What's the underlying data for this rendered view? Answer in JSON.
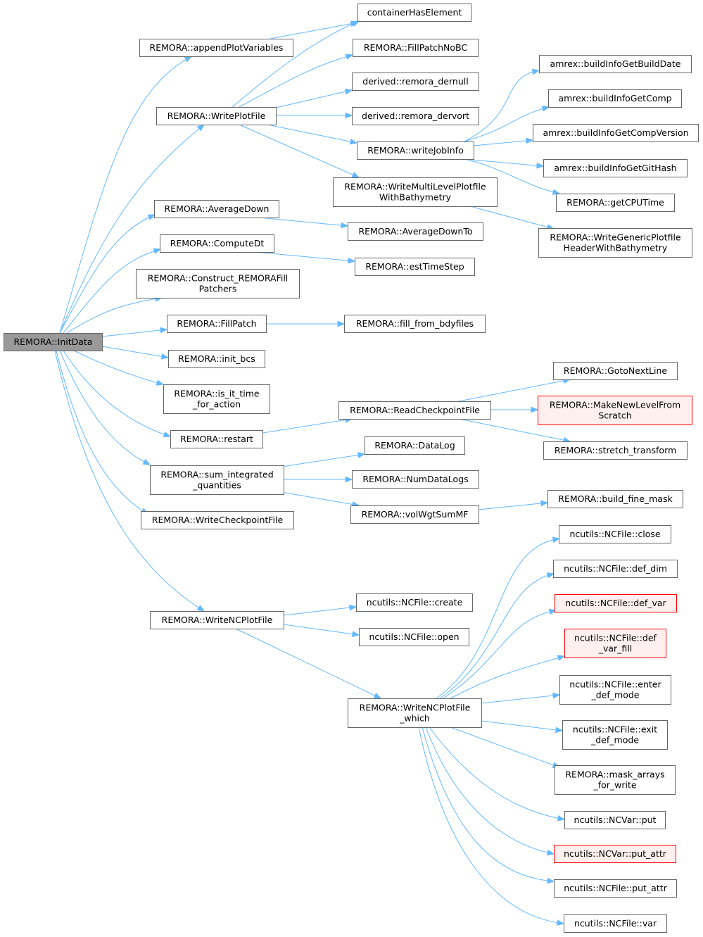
{
  "nodes": {
    "initdata": {
      "lines": [
        "REMORA::InitData"
      ],
      "style": "root"
    },
    "appendplot": {
      "lines": [
        "REMORA::appendPlotVariables"
      ]
    },
    "container": {
      "lines": [
        "containerHasElement"
      ]
    },
    "fillpatchnobc": {
      "lines": [
        "REMORA::FillPatchNoBC"
      ]
    },
    "dernull": {
      "lines": [
        "derived::remora_dernull"
      ]
    },
    "dervort": {
      "lines": [
        "derived::remora_dervort"
      ]
    },
    "writeplot": {
      "lines": [
        "REMORA::WritePlotFile"
      ]
    },
    "writejob": {
      "lines": [
        "REMORA::writeJobInfo"
      ]
    },
    "builddate": {
      "lines": [
        "amrex::buildInfoGetBuildDate"
      ]
    },
    "buildcomp": {
      "lines": [
        "amrex::buildInfoGetComp"
      ]
    },
    "buildcompver": {
      "lines": [
        "amrex::buildInfoGetCompVersion"
      ]
    },
    "buildgit": {
      "lines": [
        "amrex::buildInfoGetGitHash"
      ]
    },
    "getcpu": {
      "lines": [
        "REMORA::getCPUTime"
      ]
    },
    "writemulti": {
      "lines": [
        "REMORA::WriteMultiLevelPlotfile",
        "WithBathymetry"
      ]
    },
    "writegeneric": {
      "lines": [
        "REMORA::WriteGenericPlotfile",
        "HeaderWithBathymetry"
      ]
    },
    "averagedown": {
      "lines": [
        "REMORA::AverageDown"
      ]
    },
    "averagedownto": {
      "lines": [
        "REMORA::AverageDownTo"
      ]
    },
    "computedt": {
      "lines": [
        "REMORA::ComputeDt"
      ]
    },
    "esttime": {
      "lines": [
        "REMORA::estTimeStep"
      ]
    },
    "construct": {
      "lines": [
        "REMORA::Construct_REMORAFill",
        "Patchers"
      ]
    },
    "fillpatch": {
      "lines": [
        "REMORA::FillPatch"
      ]
    },
    "fillbdy": {
      "lines": [
        "REMORA::fill_from_bdyfiles"
      ]
    },
    "initbcs": {
      "lines": [
        "REMORA::init_bcs"
      ]
    },
    "istime": {
      "lines": [
        "REMORA::is_it_time",
        "_for_action"
      ]
    },
    "gotonext": {
      "lines": [
        "REMORA::GotoNextLine"
      ]
    },
    "readcheck": {
      "lines": [
        "REMORA::ReadCheckpointFile"
      ]
    },
    "makenew": {
      "lines": [
        "REMORA::MakeNewLevelFrom",
        "Scratch"
      ],
      "style": "red"
    },
    "restart": {
      "lines": [
        "REMORA::restart"
      ]
    },
    "stretch": {
      "lines": [
        "REMORA::stretch_transform"
      ]
    },
    "datalog": {
      "lines": [
        "REMORA::DataLog"
      ]
    },
    "sumint": {
      "lines": [
        "REMORA::sum_integrated",
        "_quantities"
      ]
    },
    "numdatalogs": {
      "lines": [
        "REMORA::NumDataLogs"
      ]
    },
    "buildfine": {
      "lines": [
        "REMORA::build_fine_mask"
      ]
    },
    "volwgt": {
      "lines": [
        "REMORA::volWgtSumMF"
      ]
    },
    "writecheck": {
      "lines": [
        "REMORA::WriteCheckpointFile"
      ]
    },
    "ncclose": {
      "lines": [
        "ncutils::NCFile::close"
      ]
    },
    "ncdefdim": {
      "lines": [
        "ncutils::NCFile::def_dim"
      ]
    },
    "ncdefvar": {
      "lines": [
        "ncutils::NCFile::def_var"
      ],
      "style": "red"
    },
    "nccreate": {
      "lines": [
        "ncutils::NCFile::create"
      ]
    },
    "writenc": {
      "lines": [
        "REMORA::WriteNCPlotFile"
      ]
    },
    "ncopen": {
      "lines": [
        "ncutils::NCFile::open"
      ]
    },
    "ncdefvarfill": {
      "lines": [
        "ncutils::NCFile::def",
        "_var_fill"
      ],
      "style": "red"
    },
    "ncenter": {
      "lines": [
        "ncutils::NCFile::enter",
        "_def_mode"
      ]
    },
    "writencwhich": {
      "lines": [
        "REMORA::WriteNCPlotFile",
        "_which"
      ]
    },
    "ncexit": {
      "lines": [
        "ncutils::NCFile::exit",
        "_def_mode"
      ]
    },
    "maskarrays": {
      "lines": [
        "REMORA::mask_arrays",
        "_for_write"
      ]
    },
    "ncvarput": {
      "lines": [
        "ncutils::NCVar::put"
      ]
    },
    "ncvarputattr": {
      "lines": [
        "ncutils::NCVar::put_attr"
      ],
      "style": "red"
    },
    "ncfileputattr": {
      "lines": [
        "ncutils::NCFile::put_attr"
      ]
    },
    "ncfilevar": {
      "lines": [
        "ncutils::NCFile::var"
      ]
    }
  },
  "edges": [
    [
      "initdata",
      "appendplot"
    ],
    [
      "initdata",
      "writeplot"
    ],
    [
      "initdata",
      "averagedown"
    ],
    [
      "initdata",
      "computedt"
    ],
    [
      "initdata",
      "construct"
    ],
    [
      "initdata",
      "fillpatch"
    ],
    [
      "initdata",
      "initbcs"
    ],
    [
      "initdata",
      "istime"
    ],
    [
      "initdata",
      "restart"
    ],
    [
      "initdata",
      "sumint"
    ],
    [
      "initdata",
      "writecheck"
    ],
    [
      "initdata",
      "writenc"
    ],
    [
      "appendplot",
      "container"
    ],
    [
      "writeplot",
      "container"
    ],
    [
      "writeplot",
      "fillpatchnobc"
    ],
    [
      "writeplot",
      "dernull"
    ],
    [
      "writeplot",
      "dervort"
    ],
    [
      "writeplot",
      "writejob"
    ],
    [
      "writeplot",
      "writemulti"
    ],
    [
      "writejob",
      "builddate"
    ],
    [
      "writejob",
      "buildcomp"
    ],
    [
      "writejob",
      "buildcompver"
    ],
    [
      "writejob",
      "buildgit"
    ],
    [
      "writejob",
      "getcpu"
    ],
    [
      "writemulti",
      "writegeneric"
    ],
    [
      "averagedown",
      "averagedownto"
    ],
    [
      "computedt",
      "esttime"
    ],
    [
      "fillpatch",
      "fillbdy"
    ],
    [
      "restart",
      "readcheck"
    ],
    [
      "readcheck",
      "gotonext"
    ],
    [
      "readcheck",
      "makenew"
    ],
    [
      "readcheck",
      "stretch"
    ],
    [
      "sumint",
      "datalog"
    ],
    [
      "sumint",
      "numdatalogs"
    ],
    [
      "sumint",
      "volwgt"
    ],
    [
      "volwgt",
      "buildfine"
    ],
    [
      "writenc",
      "nccreate"
    ],
    [
      "writenc",
      "ncopen"
    ],
    [
      "writenc",
      "writencwhich"
    ],
    [
      "writencwhich",
      "ncclose"
    ],
    [
      "writencwhich",
      "ncdefdim"
    ],
    [
      "writencwhich",
      "ncdefvar"
    ],
    [
      "writencwhich",
      "ncdefvarfill"
    ],
    [
      "writencwhich",
      "ncenter"
    ],
    [
      "writencwhich",
      "ncexit"
    ],
    [
      "writencwhich",
      "maskarrays"
    ],
    [
      "writencwhich",
      "ncvarput"
    ],
    [
      "writencwhich",
      "ncvarputattr"
    ],
    [
      "writencwhich",
      "ncfileputattr"
    ],
    [
      "writencwhich",
      "ncfilevar"
    ]
  ]
}
